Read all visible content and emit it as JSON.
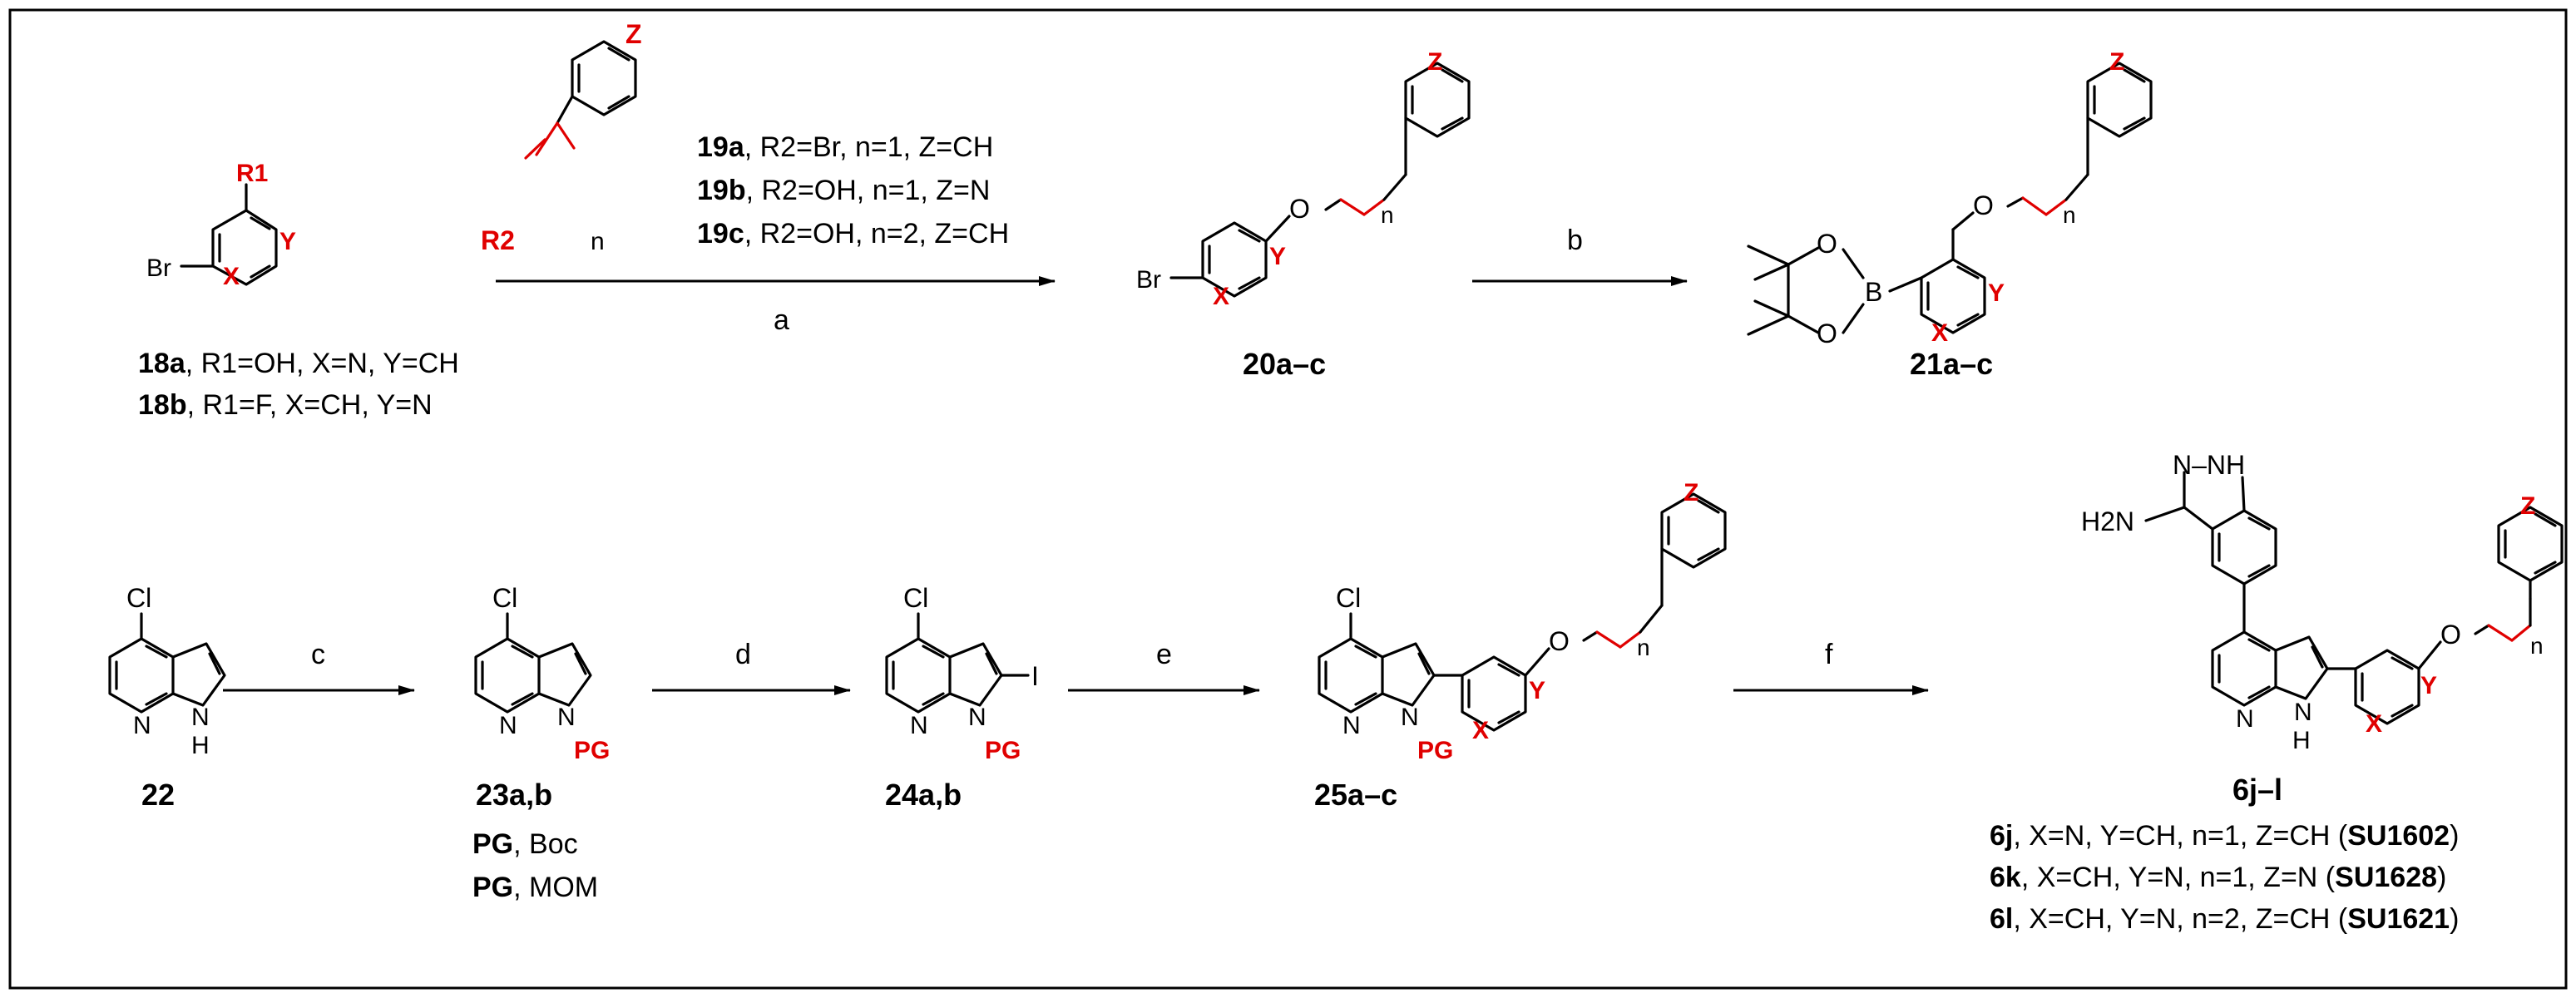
{
  "compounds": {
    "c18": {
      "label": "18a, 18b",
      "br": "Br",
      "r1": "R1",
      "x": "X",
      "y": "Y"
    },
    "c19": {
      "r2": "R2",
      "n": "n",
      "z": "Z"
    },
    "c20": {
      "label": "20a–c",
      "br": "Br",
      "o": "O",
      "n": "n",
      "x": "X",
      "y": "Y",
      "z": "Z"
    },
    "c21": {
      "label": "21a–c",
      "b": "B",
      "o1": "O",
      "o2": "O",
      "o3": "O",
      "n": "n",
      "x": "X",
      "y": "Y",
      "z": "Z"
    },
    "c22": {
      "label": "22",
      "cl": "Cl",
      "n1": "N",
      "nh": "N",
      "h": "H"
    },
    "c23": {
      "label": "23a,b",
      "cl": "Cl",
      "n1": "N",
      "n2": "N",
      "pg": "PG"
    },
    "c24": {
      "label": "24a,b",
      "cl": "Cl",
      "n1": "N",
      "n2": "N",
      "pg": "PG",
      "i": "I"
    },
    "c25": {
      "label": "25a–c",
      "cl": "Cl",
      "n1": "N",
      "n2": "N",
      "pg": "PG",
      "o": "O",
      "n": "n",
      "x": "X",
      "y": "Y",
      "z": "Z"
    },
    "c6": {
      "label": "6j–l",
      "h2n": "H2N",
      "nnh": "N–NH",
      "n1": "N",
      "nh": "N",
      "h": "H",
      "o": "O",
      "n": "n",
      "x": "X",
      "y": "Y",
      "z": "Z"
    }
  },
  "notes_18": [
    {
      "id": "18a",
      "text": ", R1=OH, X=N, Y=CH"
    },
    {
      "id": "18b",
      "text": ", R1=F, X=CH, Y=N"
    }
  ],
  "notes_19": [
    {
      "id": "19a",
      "text": ", R2=Br, n=1, Z=CH"
    },
    {
      "id": "19b",
      "text": ", R2=OH, n=1, Z=N"
    },
    {
      "id": "19c",
      "text": ", R2=OH, n=2, Z=CH"
    }
  ],
  "notes_pg": [
    {
      "id": "PG",
      "text": ", Boc"
    },
    {
      "id": "PG",
      "text": ", MOM"
    }
  ],
  "notes_6": [
    {
      "id": "6j",
      "text": ", X=N, Y=CH, n=1, Z=CH (",
      "code": "SU1602",
      "close": ")"
    },
    {
      "id": "6k",
      "text": ", X=CH, Y=N, n=1, Z=N (",
      "code": "SU1628",
      "close": ")"
    },
    {
      "id": "6l",
      "text": ", X=CH, Y=N, n=2, Z=CH (",
      "code": "SU1621",
      "close": ")"
    }
  ],
  "steps": {
    "a": "a",
    "b": "b",
    "c": "c",
    "d": "d",
    "e": "e",
    "f": "f"
  }
}
